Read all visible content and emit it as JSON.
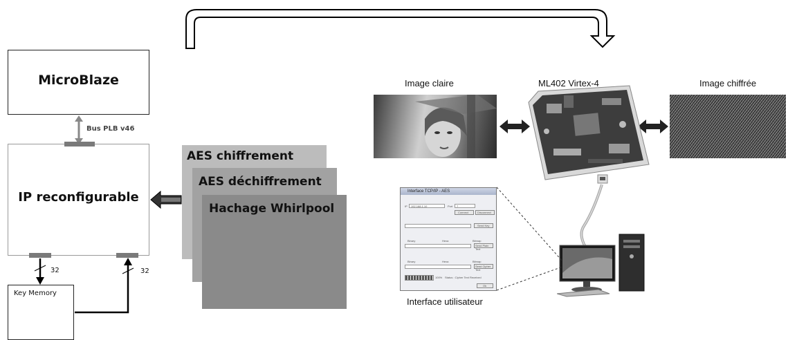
{
  "left": {
    "microblaze": "MicroBlaze",
    "bus": "Bus PLB v46",
    "ip": "IP reconfigurable",
    "key_memory": "Key Memory",
    "width_a": "32",
    "width_b": "32"
  },
  "modules": [
    "AES chiffrement",
    "AES déchiffrement",
    "Hachage Whirlpool"
  ],
  "right": {
    "image_plain": "Image claire",
    "board": "ML402 Virtex-4",
    "image_cipher": "Image chiffrée",
    "ui": "Interface utilisateur"
  },
  "ui_window": {
    "title": "Interface TCP/IP - AES",
    "ip_label": "IP",
    "ip_value": "192.168.1.10",
    "port_label": "Port",
    "port_value": "7",
    "connect": "Connect",
    "disconnect": "Disconnect",
    "send_key": "Send Key",
    "send_plain": "Send Plain Text",
    "send_cipher": "Send Cipher Text",
    "binary": "Binary",
    "hexa": "Hexa",
    "bitmap": "Bitmap",
    "progress": "100%",
    "status": "Status : Cipher Text Received",
    "ok": "Ok"
  },
  "colors": {
    "module_1": "#bcbcbc",
    "module_2": "#a2a2a2",
    "module_3": "#8a8a8a",
    "port": "#7a7a7a"
  }
}
